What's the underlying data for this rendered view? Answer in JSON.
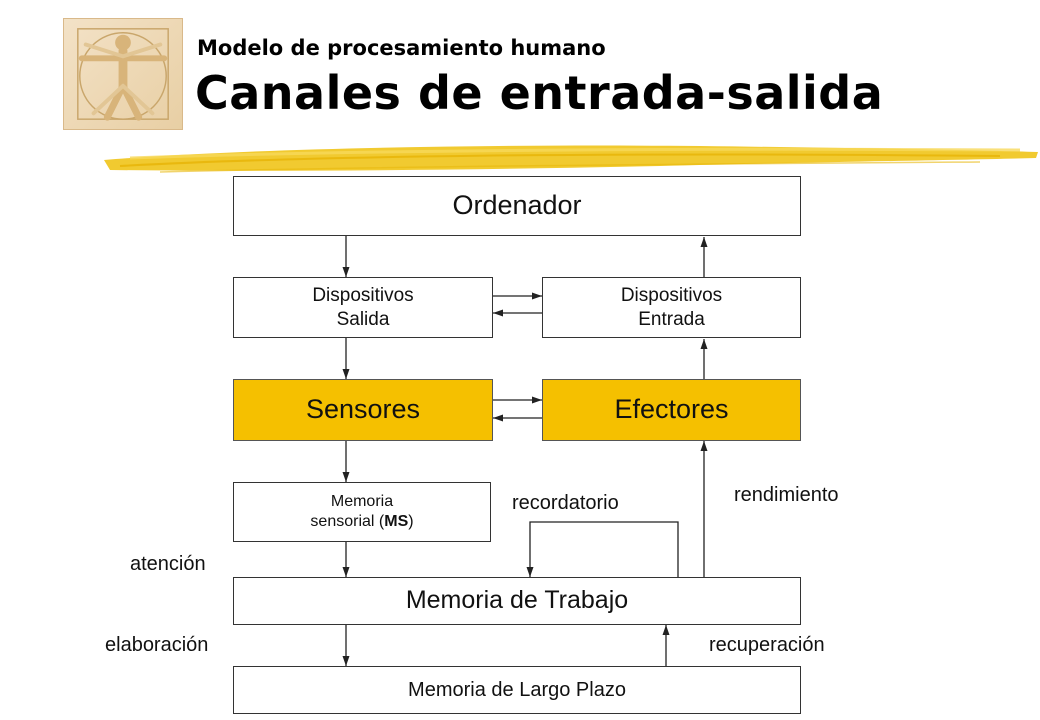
{
  "header": {
    "subtitle": "Modelo de procesamiento humano",
    "title": "Canales de entrada-salida"
  },
  "colors": {
    "highlight_box": "#f5c000",
    "brush_stroke": "#f0c419",
    "logo_background": "#eed8b4"
  },
  "logo": {
    "icon": "vitruvian-man-icon"
  },
  "diagram": {
    "ordenador": "Ordenador",
    "dispositivos_salida": [
      "Dispositivos",
      "Salida"
    ],
    "dispositivos_entrada": [
      "Dispositivos",
      "Entrada"
    ],
    "sensores": "Sensores",
    "efectores": "Efectores",
    "memoria_sensorial": {
      "line1": "Memoria",
      "line2_prefix": "sensorial (",
      "line2_bold": "MS",
      "line2_suffix": ")"
    },
    "memoria_trabajo": "Memoria de Trabajo",
    "memoria_largo_plazo": "Memoria de Largo Plazo",
    "labels": {
      "atencion": "atención",
      "recordatorio": "recordatorio",
      "rendimiento": "rendimiento",
      "elaboracion": "elaboración",
      "recuperacion": "recuperación"
    }
  }
}
